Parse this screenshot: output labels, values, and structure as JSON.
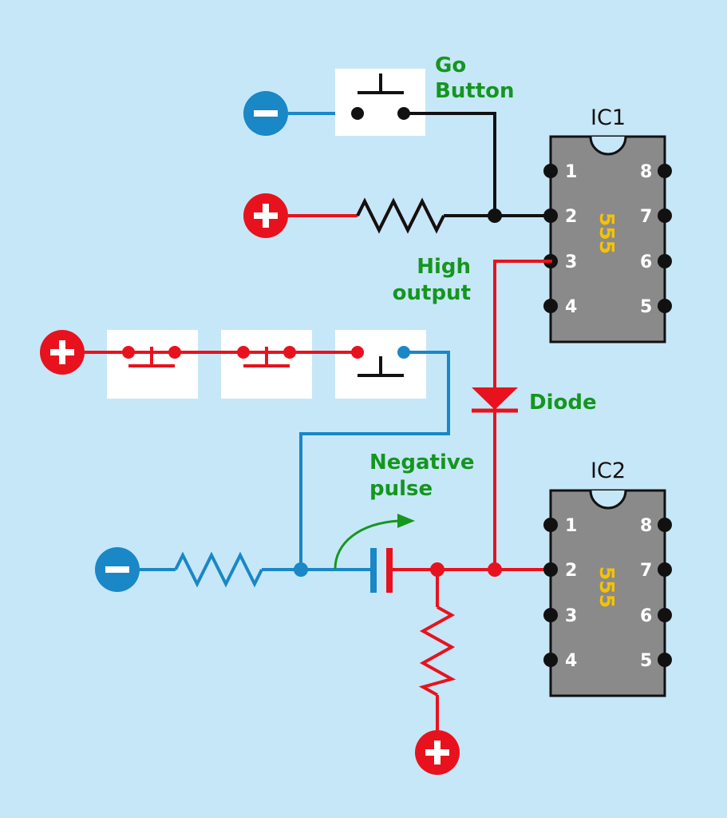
{
  "labels": {
    "go_button_line1": "Go",
    "go_button_line2": "Button",
    "high_output_line1": "High",
    "high_output_line2": "output",
    "diode": "Diode",
    "negative_pulse_line1": "Negative",
    "negative_pulse_line2": "pulse"
  },
  "chips": {
    "ic1": {
      "name": "IC1",
      "type": "555",
      "pins": [
        "1",
        "2",
        "3",
        "4",
        "5",
        "6",
        "7",
        "8"
      ]
    },
    "ic2": {
      "name": "IC2",
      "type": "555",
      "pins": [
        "1",
        "2",
        "3",
        "4",
        "5",
        "6",
        "7",
        "8"
      ]
    }
  },
  "terminals": {
    "plus": "+",
    "minus": "−"
  },
  "colors": {
    "background": "#c6e7f8",
    "positive_wire": "#e8121e",
    "negative_wire": "#1a87c6",
    "neutral_wire": "#111111",
    "label_green": "#15961e",
    "chip_body": "#8a8a8a",
    "chip_text": "#f5c200"
  }
}
